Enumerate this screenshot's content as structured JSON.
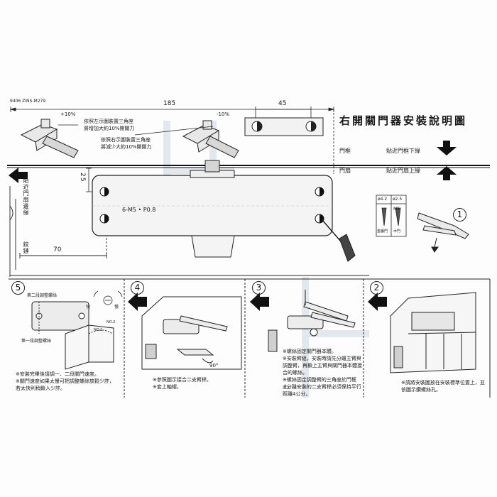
{
  "doc_code": "9406 ZINS-M279",
  "title": "右開關門器安裝說明圖",
  "dims": {
    "top_width": "185",
    "bracket_width": "45",
    "height_25": "25",
    "bottom_70": "70",
    "hole_spec": "6-M5 • P0.8"
  },
  "adjust": {
    "plus": "+10%",
    "minus": "-10%",
    "note_plus_line1": "依照左示圖裝置三角座",
    "note_plus_line2": "將增加大約10%開關力",
    "note_minus_line1": "依照右示圖裝置三角座",
    "note_minus_line2": "將減少大約10%開關力"
  },
  "legend": {
    "frame": "門框",
    "frame_desc": "貼近門框下緣",
    "door": "門扇",
    "door_desc": "貼近門扇上緣"
  },
  "side_labels": {
    "door_edge": "貼近門扇邊緣",
    "hinge": "鉸鏈"
  },
  "screws": {
    "d1": "ø4.2",
    "d2": "ø2.5",
    "m5": "M5",
    "label1": "金屬門",
    "label2": "木門"
  },
  "steps": {
    "s1": "1",
    "s2": "2",
    "s3": "3",
    "s4": "4",
    "s5": "5"
  },
  "panel5": {
    "valve2": "第二段調整螺絲",
    "valve1": "第一段調整螺絲",
    "fast": "快",
    "slow": "慢",
    "no2": "NO.2",
    "no1": "NO.1",
    "note1": "※安裝完畢後請調一、二段關門速度。",
    "note2": "※關門速度如果太慢可把調整螺絲放鬆少許，若太快則稍鎖入少許。"
  },
  "panel4": {
    "angle": "90°",
    "note1": "※參照圖示接合二支臂桿。",
    "note2": "※套上軸帽。"
  },
  "panel3": {
    "note1": "※螺絲固定關門器本體。",
    "note2": "※安裝臂組，安裝時請先分離主臂與調整臂，再鎖上主臂與關門器本體接合的螺絲。",
    "note3": "※螺絲固定調整臂的三角座於門框上。",
    "note4": "※分離安裝的二支臂桿必須保持平行距離4公分。"
  },
  "panel2": {
    "note1": "※請將安裝圖放在安裝標準位置上，並依圖示鑽螺絲孔。"
  }
}
